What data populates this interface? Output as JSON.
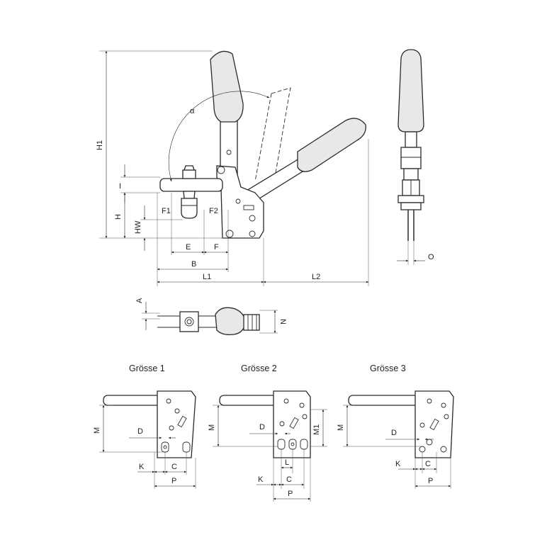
{
  "main_view": {
    "dims": {
      "h1": "H1",
      "alpha": "α",
      "i": "I",
      "h": "H",
      "hw": "HW",
      "f1": "F1",
      "f2": "F2",
      "e": "E",
      "f": "F",
      "b": "B",
      "l1": "L1",
      "l2": "L2"
    }
  },
  "side_view": {
    "dims": {
      "o": "O"
    }
  },
  "top_view": {
    "dims": {
      "a": "A",
      "n": "N"
    }
  },
  "sizes": [
    {
      "title": "Grösse 1",
      "dims": {
        "m": "M",
        "d": "D",
        "k": "K",
        "c": "C",
        "p": "P"
      }
    },
    {
      "title": "Grösse 2",
      "dims": {
        "m": "M",
        "m1": "M1",
        "d": "D",
        "l": "L",
        "k": "K",
        "c": "C",
        "p": "P"
      }
    },
    {
      "title": "Grösse 3",
      "dims": {
        "m": "M",
        "d": "D",
        "k": "K",
        "c": "C",
        "p": "P"
      }
    }
  ]
}
